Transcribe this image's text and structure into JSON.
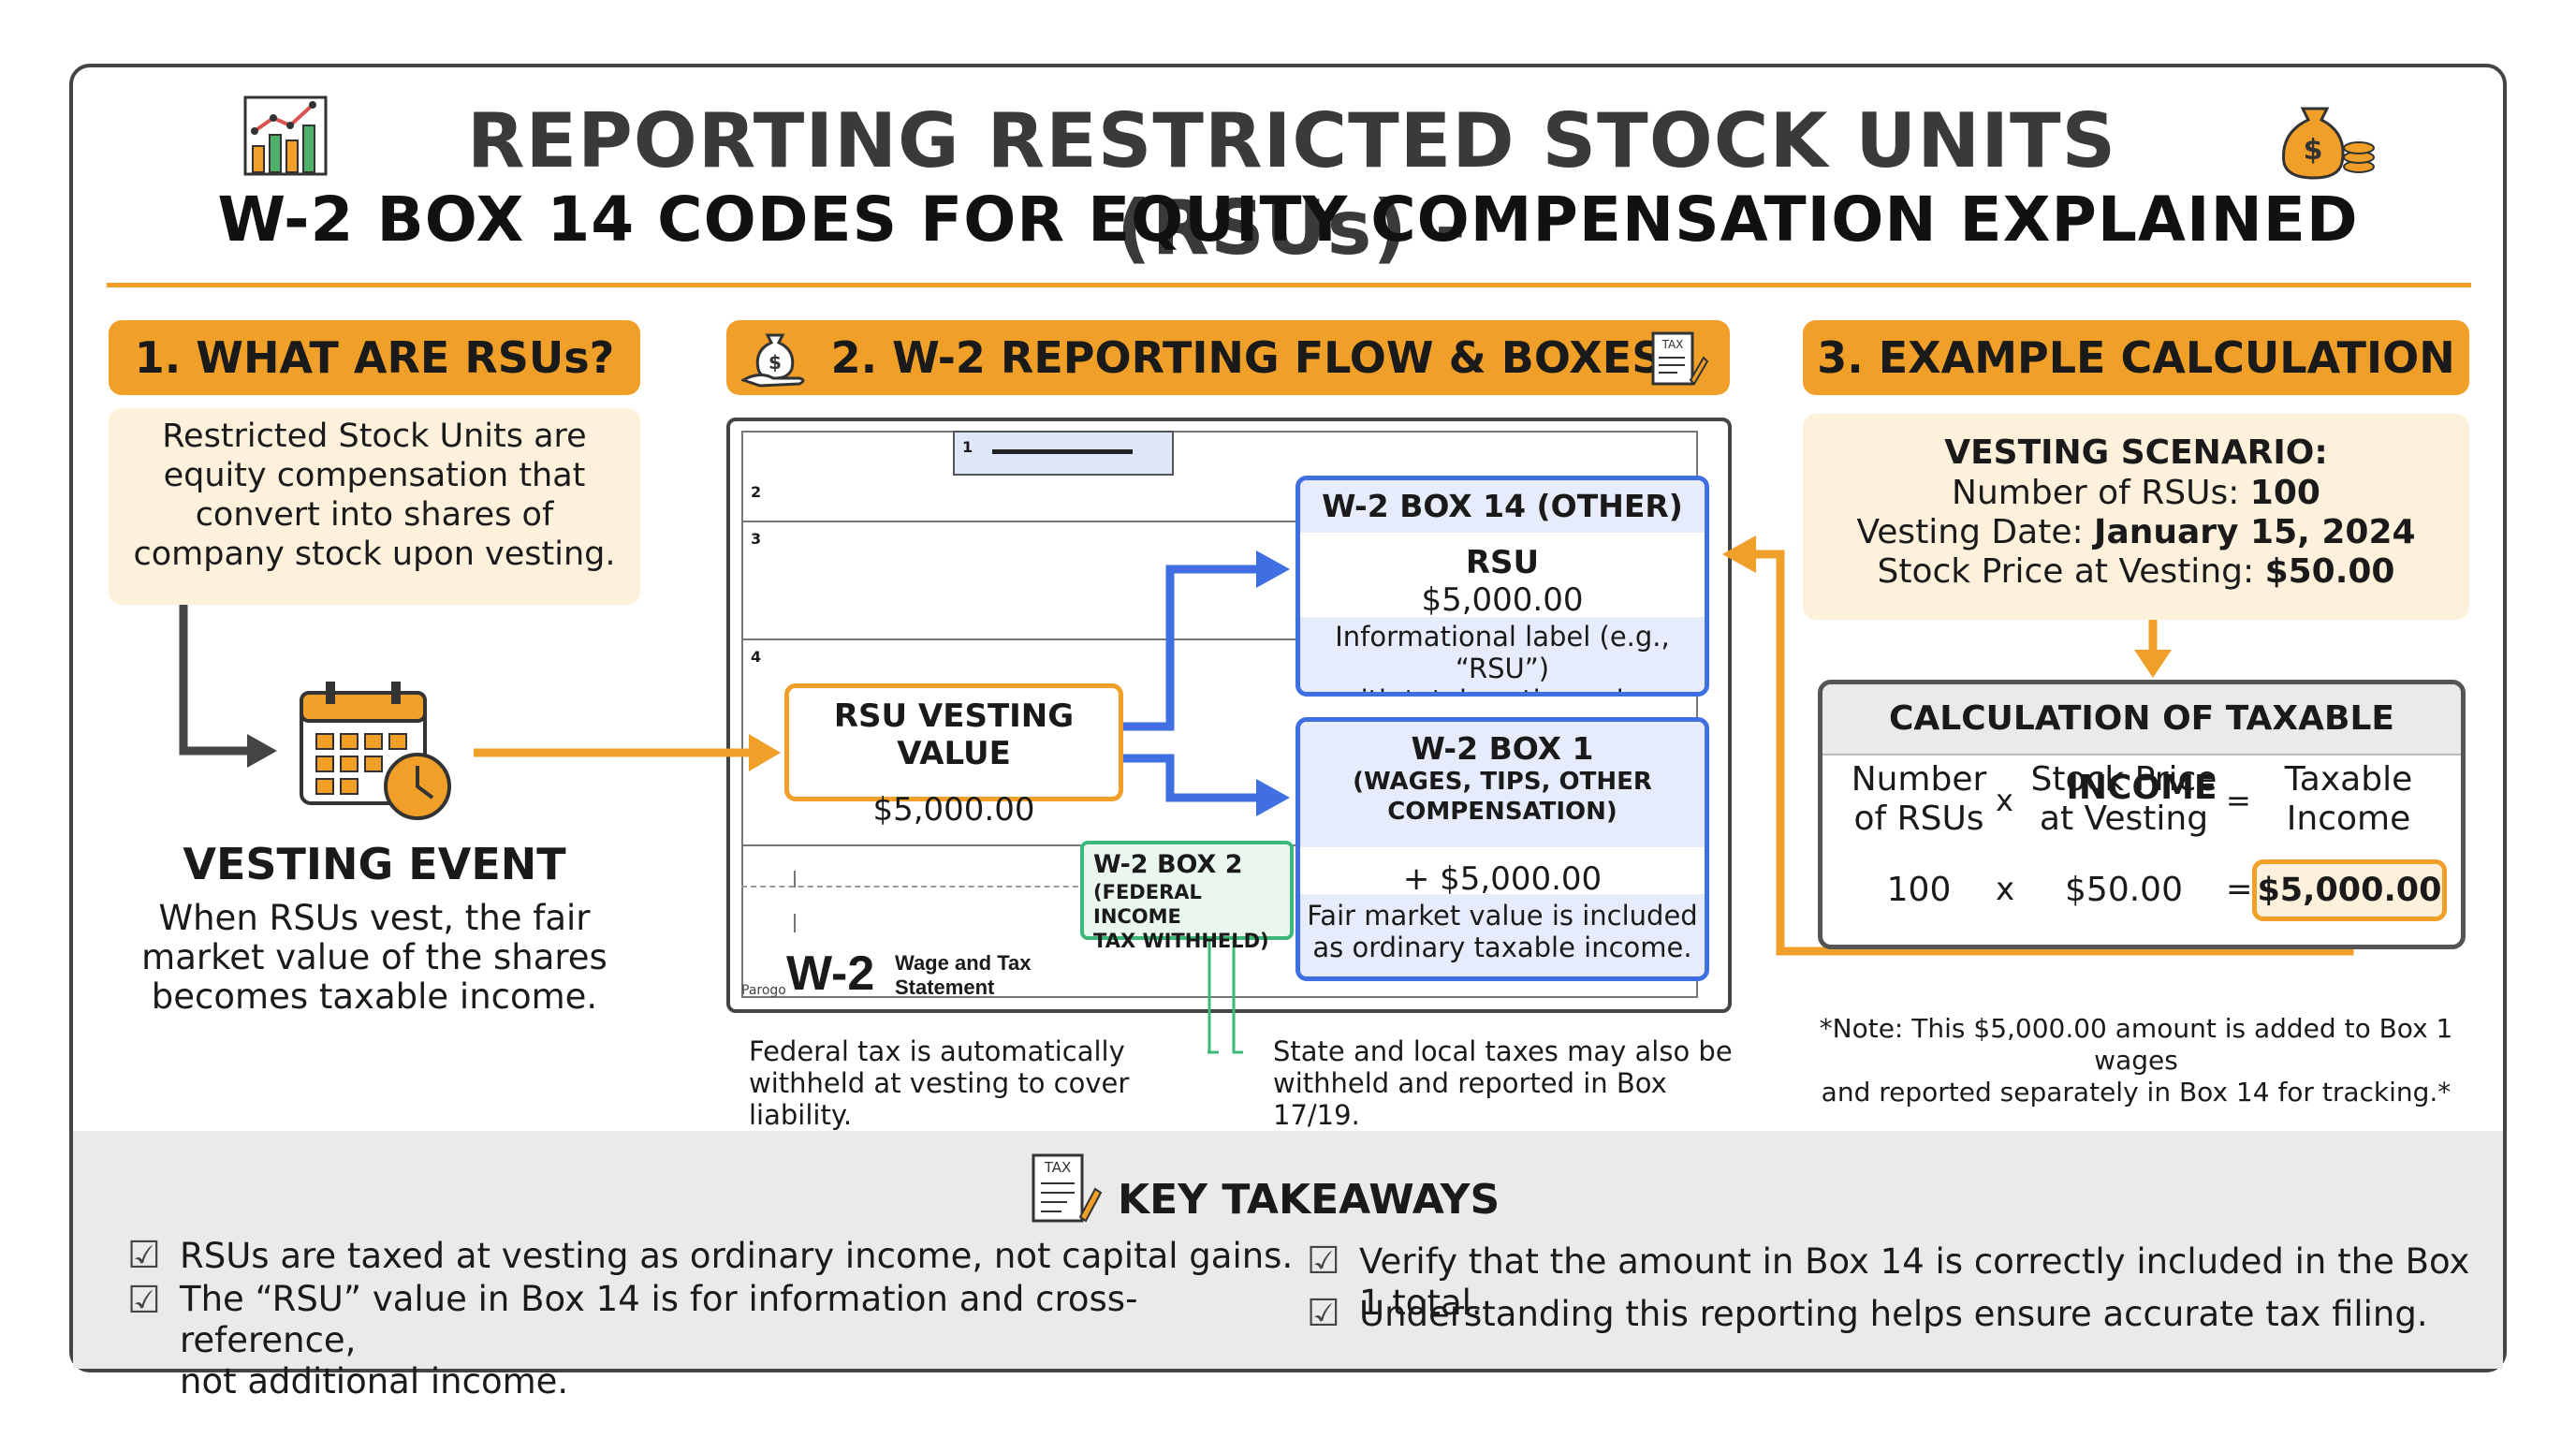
{
  "header": {
    "title_line1": "REPORTING RESTRICTED STOCK UNITS (RSUs) -",
    "title_line2": "W-2 BOX 14 CODES FOR EQUITY COMPENSATION EXPLAINED"
  },
  "section1": {
    "heading": "1. WHAT ARE RSUs?",
    "definition_lines": [
      "Restricted Stock Units are",
      "equity compensation that",
      "convert into shares of",
      "company stock upon vesting."
    ],
    "event_title": "VESTING EVENT",
    "event_lines": [
      "When RSUs vest, the fair",
      "market value of the shares",
      "becomes taxable income."
    ]
  },
  "section2": {
    "heading": "2. W-2 REPORTING FLOW & BOXES",
    "form": {
      "box_numbers": [
        "1",
        "2",
        "3",
        "4"
      ],
      "form_code": "W-2",
      "form_title_lines": [
        "Wage and Tax",
        "Statement"
      ],
      "small_label": "Parogo"
    },
    "vesting_value": {
      "label": "RSU VESTING VALUE",
      "amount": "$5,000.00"
    },
    "box14": {
      "title": "W-2 BOX 14 (OTHER)",
      "code": "RSU",
      "amount": "$5,000.00",
      "note_lines": [
        "Informational label (e.g., “RSU”)",
        "with total vesting value."
      ]
    },
    "box1": {
      "title": "W-2 BOX 1",
      "subtitle_lines": [
        "(WAGES, TIPS, OTHER",
        "COMPENSATION)"
      ],
      "amount": "+ $5,000.00",
      "note_lines": [
        "Fair market value is included",
        "as ordinary taxable income."
      ]
    },
    "box2": {
      "title": "W-2 BOX 2",
      "subtitle_lines": [
        "(FEDERAL INCOME",
        "TAX WITHHELD)"
      ]
    },
    "note_federal_lines": [
      "Federal tax is automatically",
      "withheld at vesting to cover liability."
    ],
    "note_state_lines": [
      "State and local taxes may also be",
      "withheld and reported in Box 17/19."
    ]
  },
  "section3": {
    "heading": "3. EXAMPLE CALCULATION",
    "scenario": {
      "title": "VESTING SCENARIO:",
      "rows": [
        {
          "label": "Number of RSUs: ",
          "value": "100"
        },
        {
          "label": "Vesting Date: ",
          "value": "January 15, 2024"
        },
        {
          "label": "Stock Price at Vesting: ",
          "value": "$50.00"
        }
      ]
    },
    "calc": {
      "title": "CALCULATION OF TAXABLE INCOME",
      "col1_lines": [
        "Number",
        "of RSUs"
      ],
      "col2_lines": [
        "Stock Price",
        "at Vesting"
      ],
      "col3_lines": [
        "Taxable",
        "Income"
      ],
      "op_times": "x",
      "op_equals": "=",
      "val1": "100",
      "val2": "$50.00",
      "result": "$5,000.00"
    },
    "note_lines": [
      "*Note: This $5,000.00 amount is added to Box 1 wages",
      "and reported separately in Box 14 for tracking.*"
    ]
  },
  "takeaways": {
    "heading": "KEY TAKEAWAYS",
    "left": [
      [
        "RSUs are taxed at vesting as ordinary income, not capital gains."
      ],
      [
        "The “RSU” value in Box 14 is for information and cross-reference,",
        "not additional income."
      ]
    ],
    "right": [
      [
        "Verify that the amount in Box 14 is correctly included in the Box 1 total."
      ],
      [
        "Understanding this reporting helps ensure accurate tax filing."
      ]
    ],
    "tax_icon_label": "TAX"
  },
  "colors": {
    "accent_orange": "#f0a028",
    "flow_blue": "#3f6fe0",
    "green": "#3cb878",
    "cream": "#fdf1dc"
  }
}
